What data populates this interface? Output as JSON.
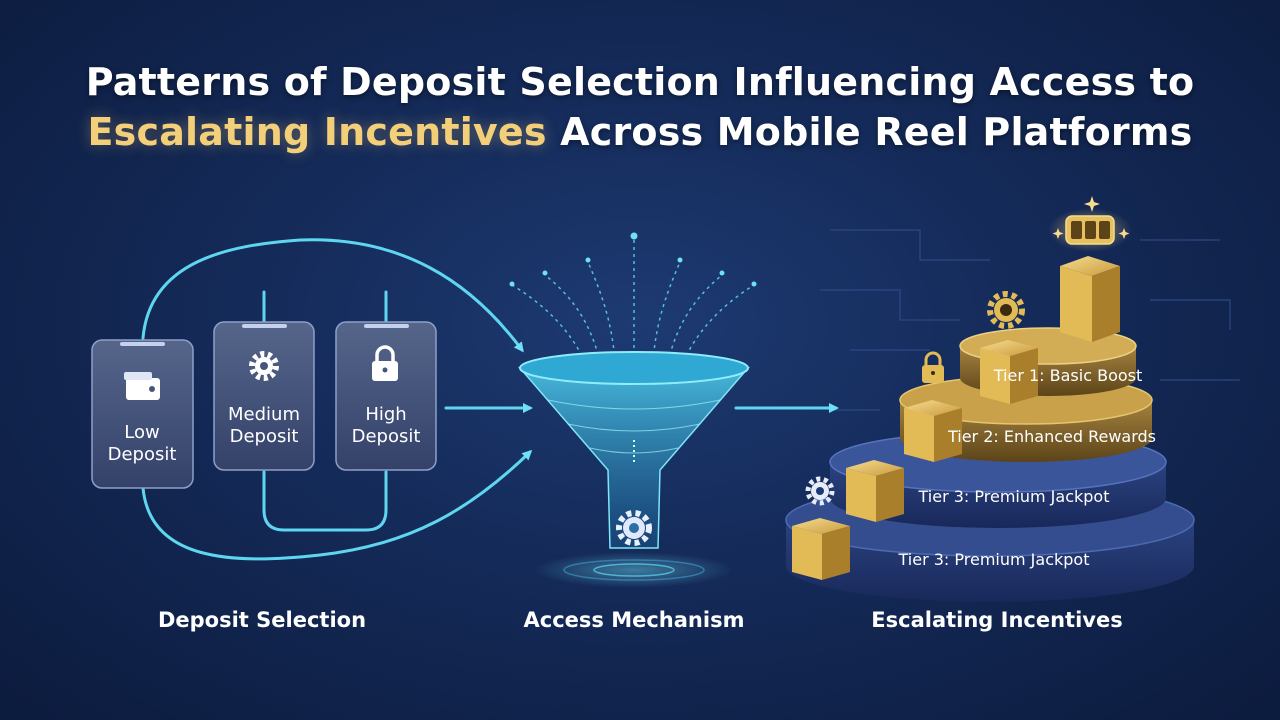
{
  "title": {
    "line1": "Patterns of Deposit Selection Influencing Access to",
    "line2_highlight": "Escalating Incentives",
    "line2_rest": " Across Mobile Reel Platforms"
  },
  "deposits": [
    {
      "line1": "Low",
      "line2": "Deposit",
      "icon": "wallet-icon"
    },
    {
      "line1": "Medium",
      "line2": "Deposit",
      "icon": "gear-icon"
    },
    {
      "line1": "High",
      "line2": "Deposit",
      "icon": "lock-icon"
    }
  ],
  "tiers": [
    {
      "label": "Tier 1: Basic Boost"
    },
    {
      "label": "Tier 2: Enhanced Rewards"
    },
    {
      "label": "Tier 3: Premium Jackpot"
    },
    {
      "label": "Tier 3: Premium Jackpot"
    }
  ],
  "sections": {
    "deposit": "Deposit Selection",
    "access": "Access Mechanism",
    "incentives": "Escalating Incentives"
  },
  "colors": {
    "accent_cyan": "#5fd6f0",
    "gold": "#d9b45a",
    "highlight": "#f3cf7a",
    "card": "#46557a"
  }
}
